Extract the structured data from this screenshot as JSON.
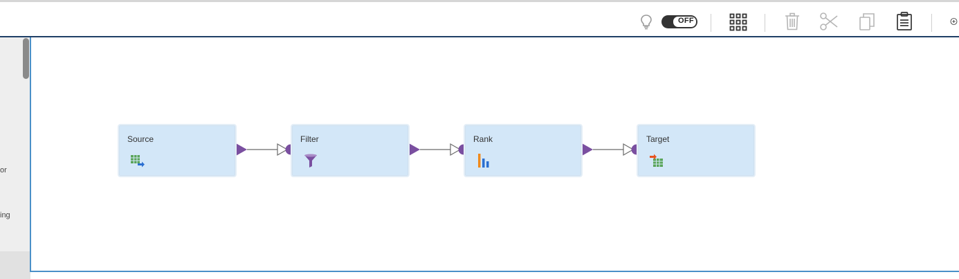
{
  "toolbar": {
    "toggle_label": "OFF",
    "icons": [
      "lightbulb-icon",
      "grid-icon",
      "trash-icon",
      "scissors-icon",
      "copy-icon",
      "clipboard-icon",
      "zoom-in-icon"
    ]
  },
  "left_panel": {
    "text_fragments": [
      "or",
      "ing"
    ]
  },
  "mapping": {
    "nodes": [
      {
        "label": "Source",
        "icon": "source-icon"
      },
      {
        "label": "Filter",
        "icon": "filter-icon"
      },
      {
        "label": "Rank",
        "icon": "rank-icon"
      },
      {
        "label": "Target",
        "icon": "target-icon"
      }
    ]
  },
  "colors": {
    "node_fill": "#d3e7f8",
    "port": "#7a4fa0",
    "canvas_border": "#4a90c8",
    "header_rule": "#1f3f66"
  }
}
